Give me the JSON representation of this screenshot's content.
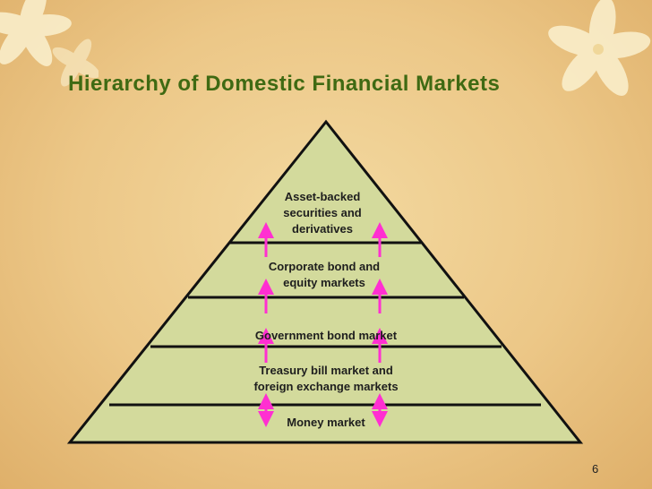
{
  "slide": {
    "title": "Hierarchy of Domestic Financial Markets",
    "page_number": "6"
  },
  "pyramid": {
    "fill_color": "#d3da9c",
    "outline_color": "#111111",
    "arrow_color": "#ff2fd1",
    "tiers": [
      {
        "lines": [
          "Asset-backed",
          "securities and",
          "derivatives"
        ]
      },
      {
        "lines": [
          "Corporate bond and",
          "equity markets"
        ]
      },
      {
        "lines": [
          "Government bond market"
        ]
      },
      {
        "lines": [
          "Treasury bill market and",
          "foreign exchange markets"
        ]
      },
      {
        "lines": [
          "Money market"
        ]
      }
    ]
  },
  "decorations": {
    "icon": "flower-icon",
    "color": "#fbf1cf"
  }
}
